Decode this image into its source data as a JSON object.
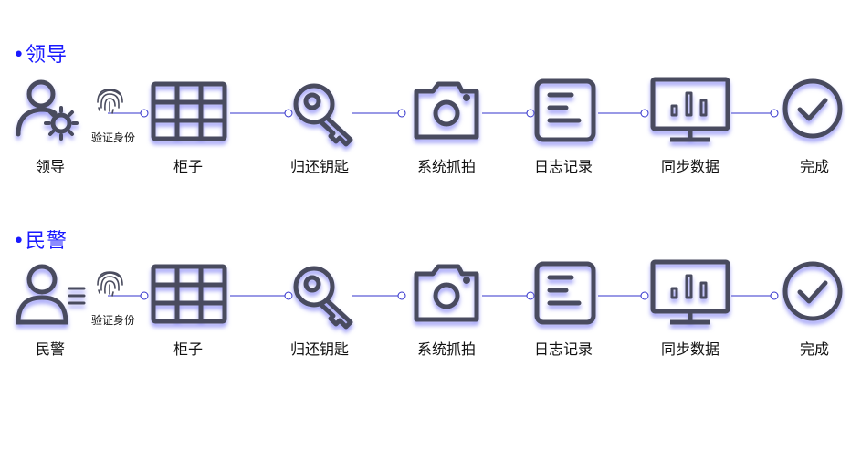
{
  "flows": [
    {
      "title": "•领导",
      "actor_label": "领导",
      "actor_icon": "user-gear-icon",
      "verify_label": "验证身份",
      "steps": [
        {
          "label": "柜子",
          "icon": "cabinet-grid-icon"
        },
        {
          "label": "归还钥匙",
          "icon": "key-icon"
        },
        {
          "label": "系统抓拍",
          "icon": "camera-icon"
        },
        {
          "label": "日志记录",
          "icon": "log-document-icon"
        },
        {
          "label": "同步数据",
          "icon": "monitor-chart-icon"
        },
        {
          "label": "完成",
          "icon": "check-circle-icon"
        }
      ]
    },
    {
      "title": "•民警",
      "actor_label": "民警",
      "actor_icon": "user-list-icon",
      "verify_label": "验证身份",
      "steps": [
        {
          "label": "柜子",
          "icon": "cabinet-grid-icon"
        },
        {
          "label": "归还钥匙",
          "icon": "key-icon"
        },
        {
          "label": "系统抓拍",
          "icon": "camera-icon"
        },
        {
          "label": "日志记录",
          "icon": "log-document-icon"
        },
        {
          "label": "同步数据",
          "icon": "monitor-chart-icon"
        },
        {
          "label": "完成",
          "icon": "check-circle-icon"
        }
      ]
    }
  ],
  "colors": {
    "title": "#1a1aff",
    "icon": "#4a4c5e",
    "glow": "#8f8ff5",
    "connector": "#3333cc"
  }
}
